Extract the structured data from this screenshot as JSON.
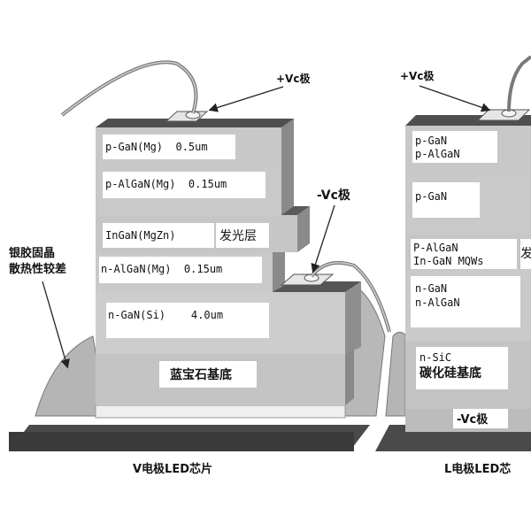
{
  "left_chip": {
    "layers": {
      "p_gan": "p-GaN(Mg)  0.5um",
      "p_algan": "p-AlGaN(Mg)  0.15um",
      "ingan": "InGaN(MgZn)",
      "ingan_note": "发光层",
      "n_algan": "n-AlGaN(Mg)  0.15um",
      "n_gan": "n-GaN(Si)    4.0um",
      "substrate": "蓝宝石基底"
    },
    "plus_electrode": "+Vc极",
    "minus_electrode": "-Vc极",
    "silver_glue_line1": "银胶固晶",
    "silver_glue_line2": "散热性较差",
    "caption": "V电极LED芯片"
  },
  "right_chip": {
    "layers": {
      "p1": "p-GaN",
      "p2": "p-AlGaN",
      "p3": "p-GaN",
      "mqw1": "P-AlGaN",
      "mqw2": "In-GaN MQWs",
      "mqw_note": "发",
      "n1": "n-GaN",
      "n2": "n-AlGaN",
      "sic1": "n-SiC",
      "sic2": "碳化硅基底",
      "minus": "-Vc极"
    },
    "plus_electrode": "+Vc极",
    "caption": "L电极LED芯"
  },
  "colors": {
    "layer_front": "#c9c9c9",
    "layer_side": "#8f8f8f",
    "layer_top": "#5a5a5a",
    "base": "#4a4a4a",
    "label_box": "#ffffff"
  }
}
